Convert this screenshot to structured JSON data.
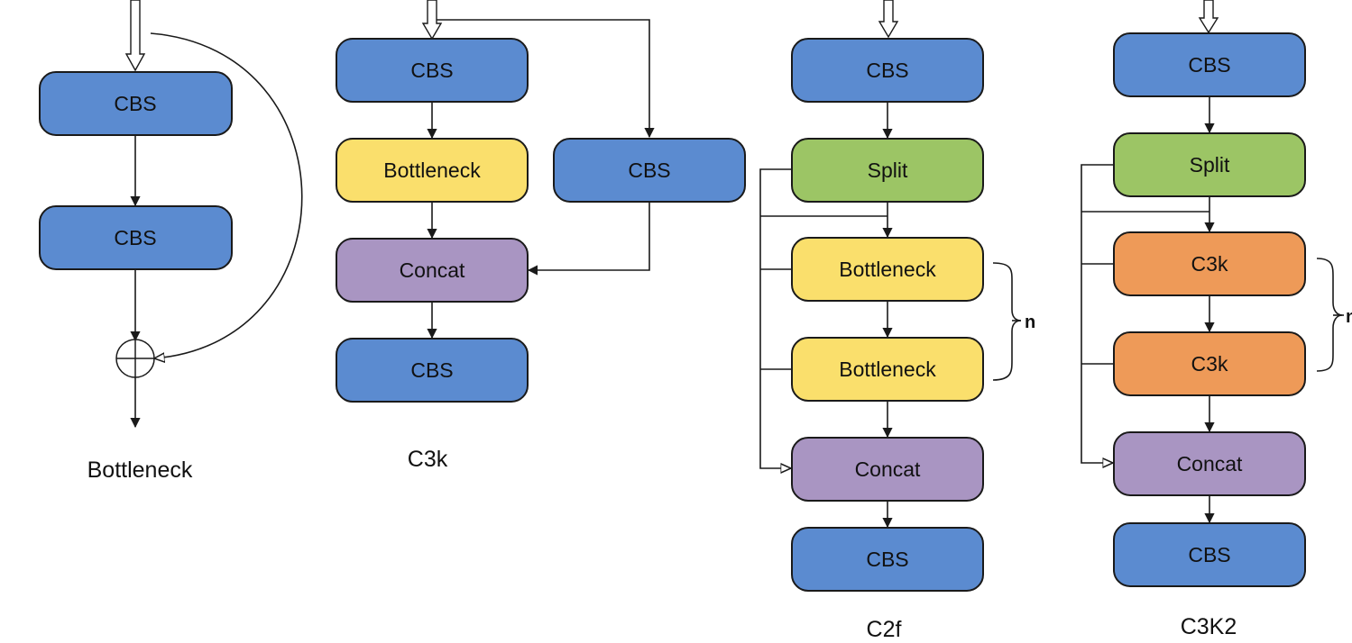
{
  "colors": {
    "cbs": "#5b8bd0",
    "bottleneck": "#fadf6c",
    "concat": "#a995c2",
    "split": "#9cc565",
    "c3k": "#ee9a58",
    "stroke": "#1a1a1a"
  },
  "diagrams": {
    "bottleneck": {
      "caption": "Bottleneck",
      "blocks": [
        "CBS",
        "CBS"
      ]
    },
    "c3k": {
      "caption": "C3k",
      "blocks": [
        "CBS",
        "Bottleneck",
        "CBS",
        "Concat",
        "CBS"
      ]
    },
    "c2f": {
      "caption": "C2f",
      "blocks": [
        "CBS",
        "Split",
        "Bottleneck",
        "Bottleneck",
        "Concat",
        "CBS"
      ],
      "repeat_label": "n"
    },
    "c3k2": {
      "caption": "C3K2",
      "blocks": [
        "CBS",
        "Split",
        "C3k",
        "C3k",
        "Concat",
        "CBS"
      ],
      "repeat_label": "n"
    }
  }
}
